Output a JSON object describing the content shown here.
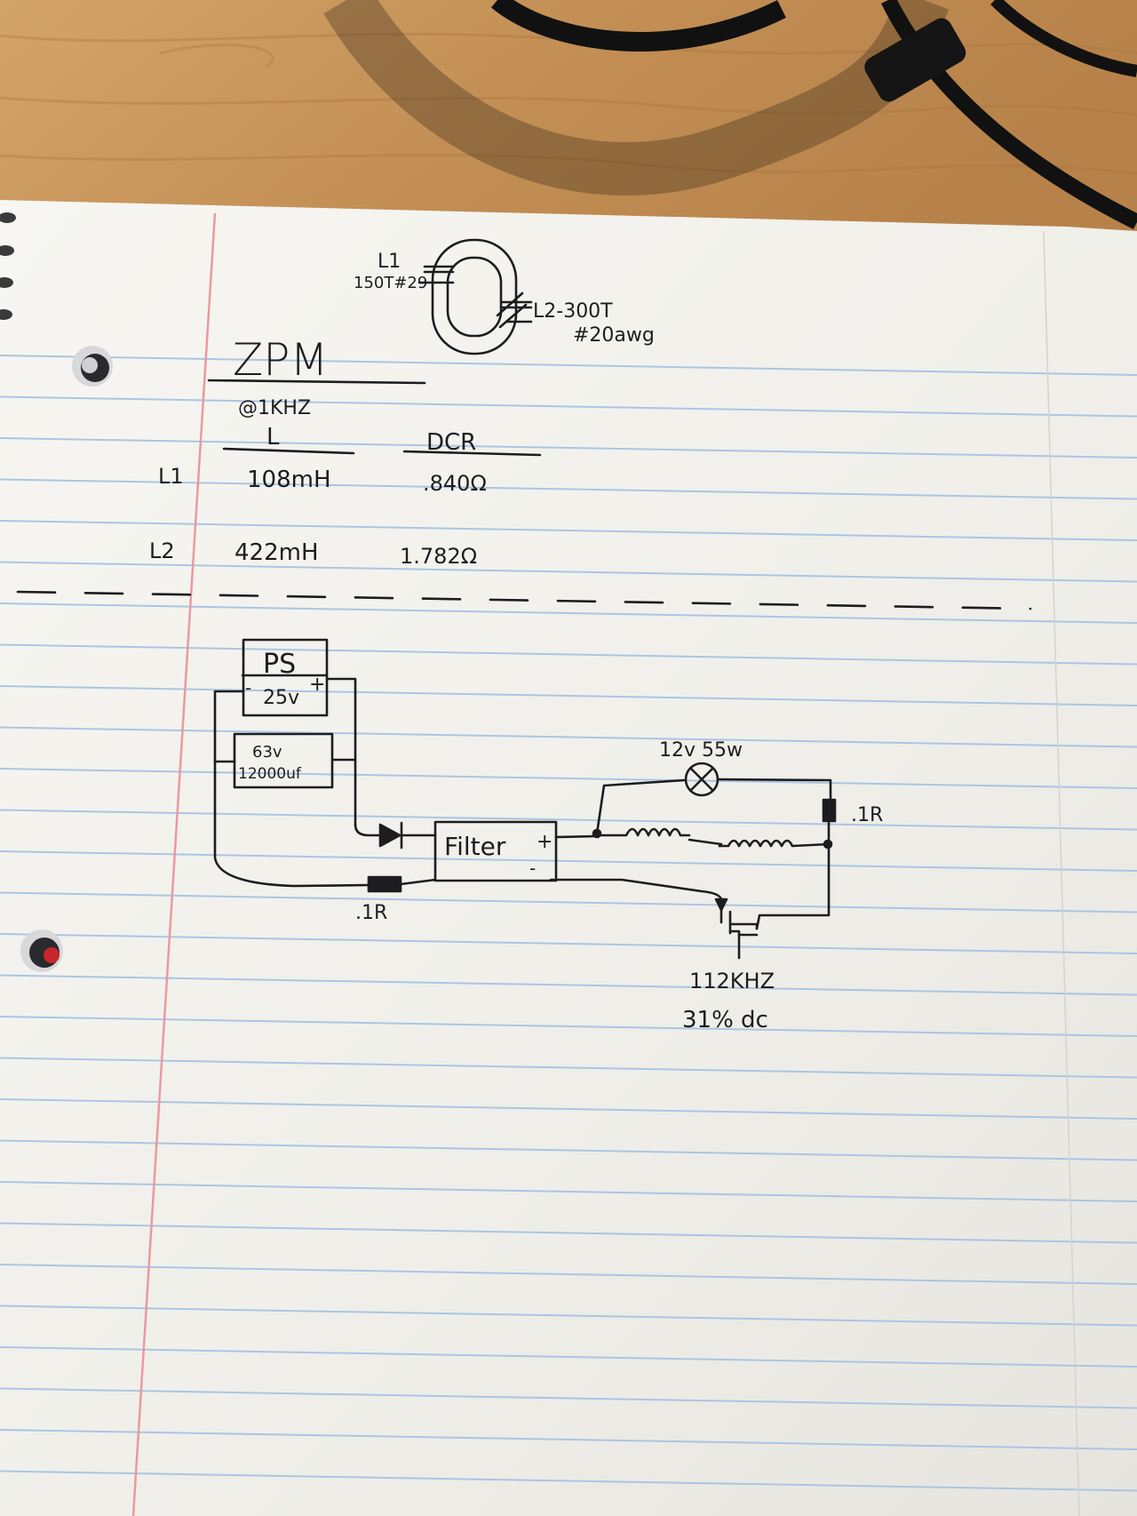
{
  "coil": {
    "l1_name": "L1",
    "l1_spec": "150T#29",
    "l2_spec": "L2-300T",
    "l2_wire": "#20awg"
  },
  "title": "ZPM",
  "subtitle": "@1KHZ",
  "table": {
    "col_l": "L",
    "col_dcr": "DCR",
    "rows": [
      {
        "name": "L1",
        "l": "108mH",
        "dcr": ".840Ω"
      },
      {
        "name": "L2",
        "l": "422mH",
        "dcr": "1.782Ω"
      }
    ]
  },
  "circuit": {
    "ps_label": "PS",
    "ps_voltage": "25v",
    "ps_minus": "-",
    "ps_plus": "+",
    "cap_voltage": "63v",
    "cap_value": "12000uf",
    "filter_label": "Filter",
    "filter_plus": "+",
    "filter_minus": "-",
    "lamp_label": "12v 55w",
    "shunt_right": ".1R",
    "shunt_bottom": ".1R",
    "freq": "112KHZ",
    "duty": "31% dc"
  },
  "colors": {
    "wood": "#c9975d",
    "paper": "#f4f3ef",
    "rule_blue": "#a9c6e3",
    "margin_red": "#e99a9f",
    "ink": "#1d1d1f"
  }
}
